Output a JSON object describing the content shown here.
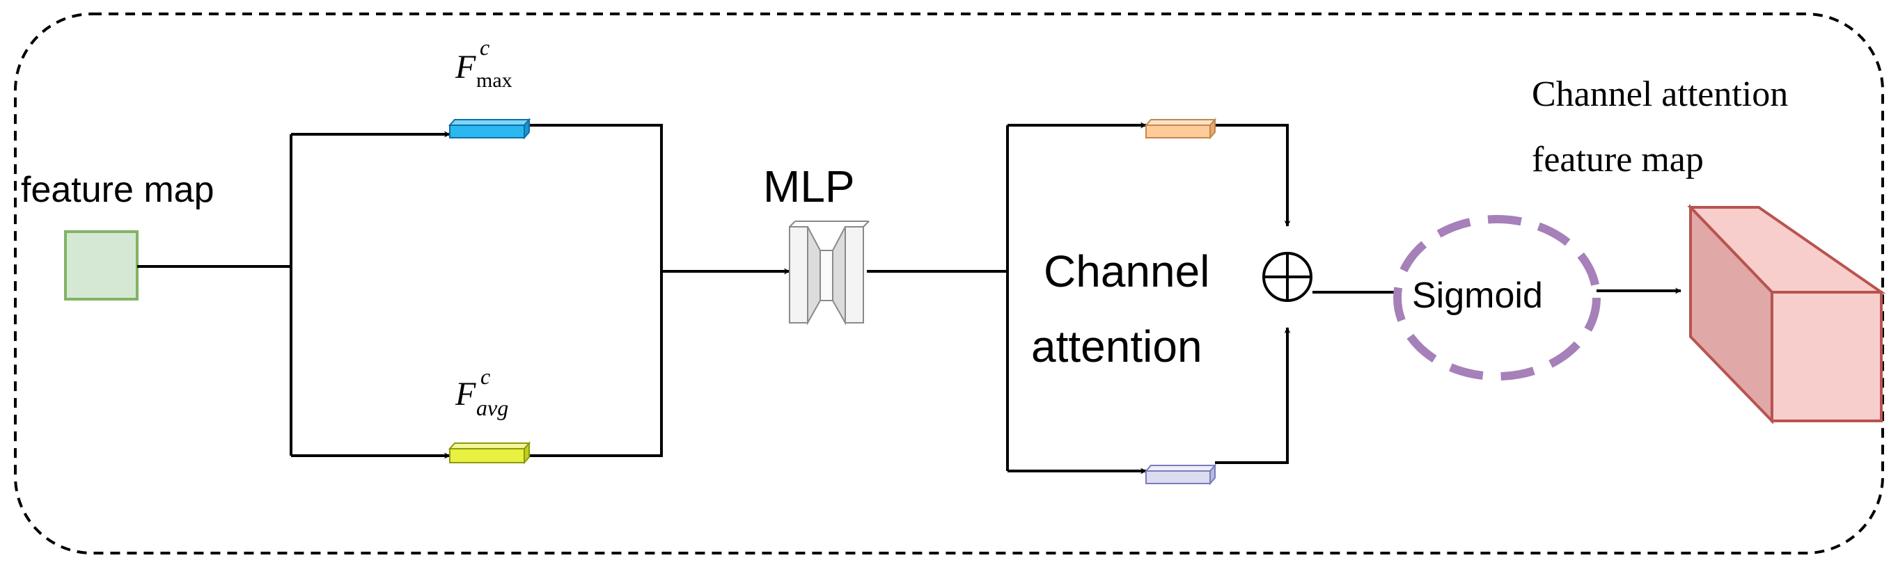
{
  "labels": {
    "feature_map": "feature map",
    "mlp": "MLP",
    "channel_attention_line1": "Channel",
    "channel_attention_line2": "attention",
    "sigmoid": "Sigmoid",
    "output_line1": "Channel attention",
    "output_line2": "feature map",
    "fmax_base": "F",
    "fmax_sup": "c",
    "fmax_sub": "max",
    "favg_base": "F",
    "favg_sup": "c",
    "favg_sub": "avg"
  },
  "colors": {
    "border": "#000000",
    "input_fill": "#d5e8d4",
    "input_stroke": "#82b366",
    "fmax_fill": "#2bb8f0",
    "fmax_stroke": "#0d6ea8",
    "favg_fill": "#e8f040",
    "favg_stroke": "#8c9a10",
    "upper_branch_fill": "#ffcc99",
    "upper_branch_stroke": "#c08850",
    "lower_branch_fill": "#dcdcf0",
    "lower_branch_stroke": "#7a7ac0",
    "sigmoid_stroke": "#a680b8",
    "output_front": "#f8cecc",
    "output_side": "#e0a8a6",
    "output_stroke": "#b85450"
  },
  "icons": [
    "plus-circle-icon",
    "mlp-funnel-icon",
    "cuboid-icon"
  ]
}
